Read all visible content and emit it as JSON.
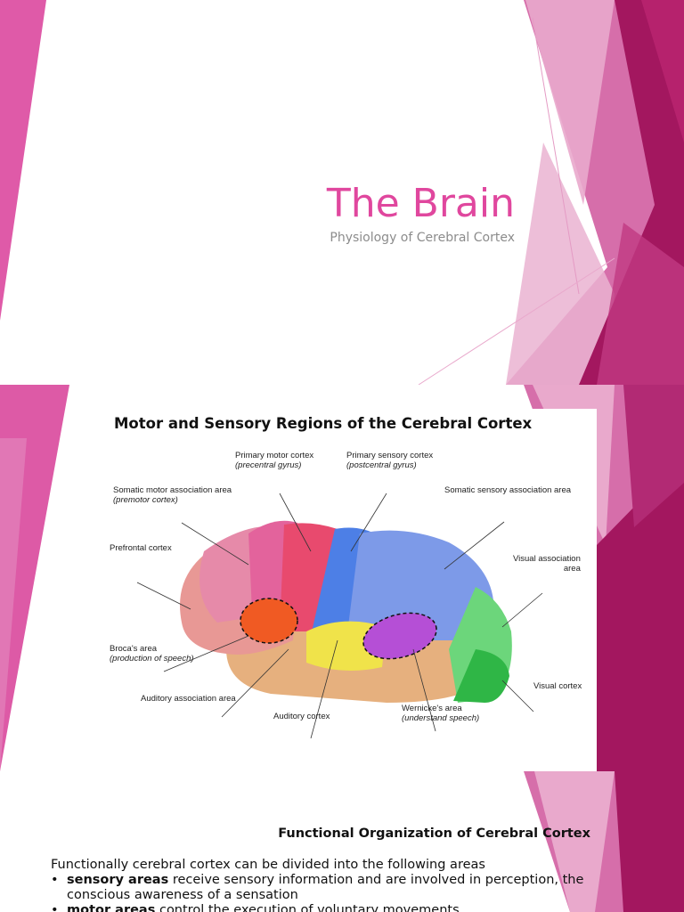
{
  "slide1": {
    "title": "The Brain",
    "subtitle": "Physiology of Cerebral Cortex"
  },
  "slide2": {
    "figure_title": "Motor and Sensory Regions of the Cerebral Cortex",
    "labels": {
      "primary_motor": "Primary motor cortex",
      "primary_motor_sub": "(precentral gyrus)",
      "primary_sensory": "Primary sensory cortex",
      "primary_sensory_sub": "(postcentral gyrus)",
      "somatic_motor": "Somatic motor association area",
      "somatic_motor_sub": "(premotor cortex)",
      "somatic_sensory": "Somatic sensory association area",
      "prefrontal": "Prefrontal cortex",
      "visual_assoc_1": "Visual association",
      "visual_assoc_2": "area",
      "brocas": "Broca's area",
      "brocas_sub": "(production of speech)",
      "auditory_assoc": "Auditory association area",
      "auditory": "Auditory cortex",
      "wernickes": "Wernicke's area",
      "wernickes_sub": "(understand speech)",
      "visual_cortex": "Visual cortex"
    }
  },
  "slide3": {
    "heading": "Functional Organization of Cerebral Cortex",
    "intro": "Functionally cerebral cortex can be divided into the following areas",
    "bullet_symbol": "•",
    "items": [
      {
        "term": "sensory areas",
        "text": " receive sensory information and are involved in perception, the conscious awareness of a sensation"
      },
      {
        "term": "motor areas",
        "text": " control the execution of voluntary movements"
      }
    ]
  },
  "colors": {
    "accent": "#e0479e",
    "magenta_dark": "#a3175f",
    "pink_mid": "#d16aa7",
    "pink_light": "#eab0d0"
  }
}
